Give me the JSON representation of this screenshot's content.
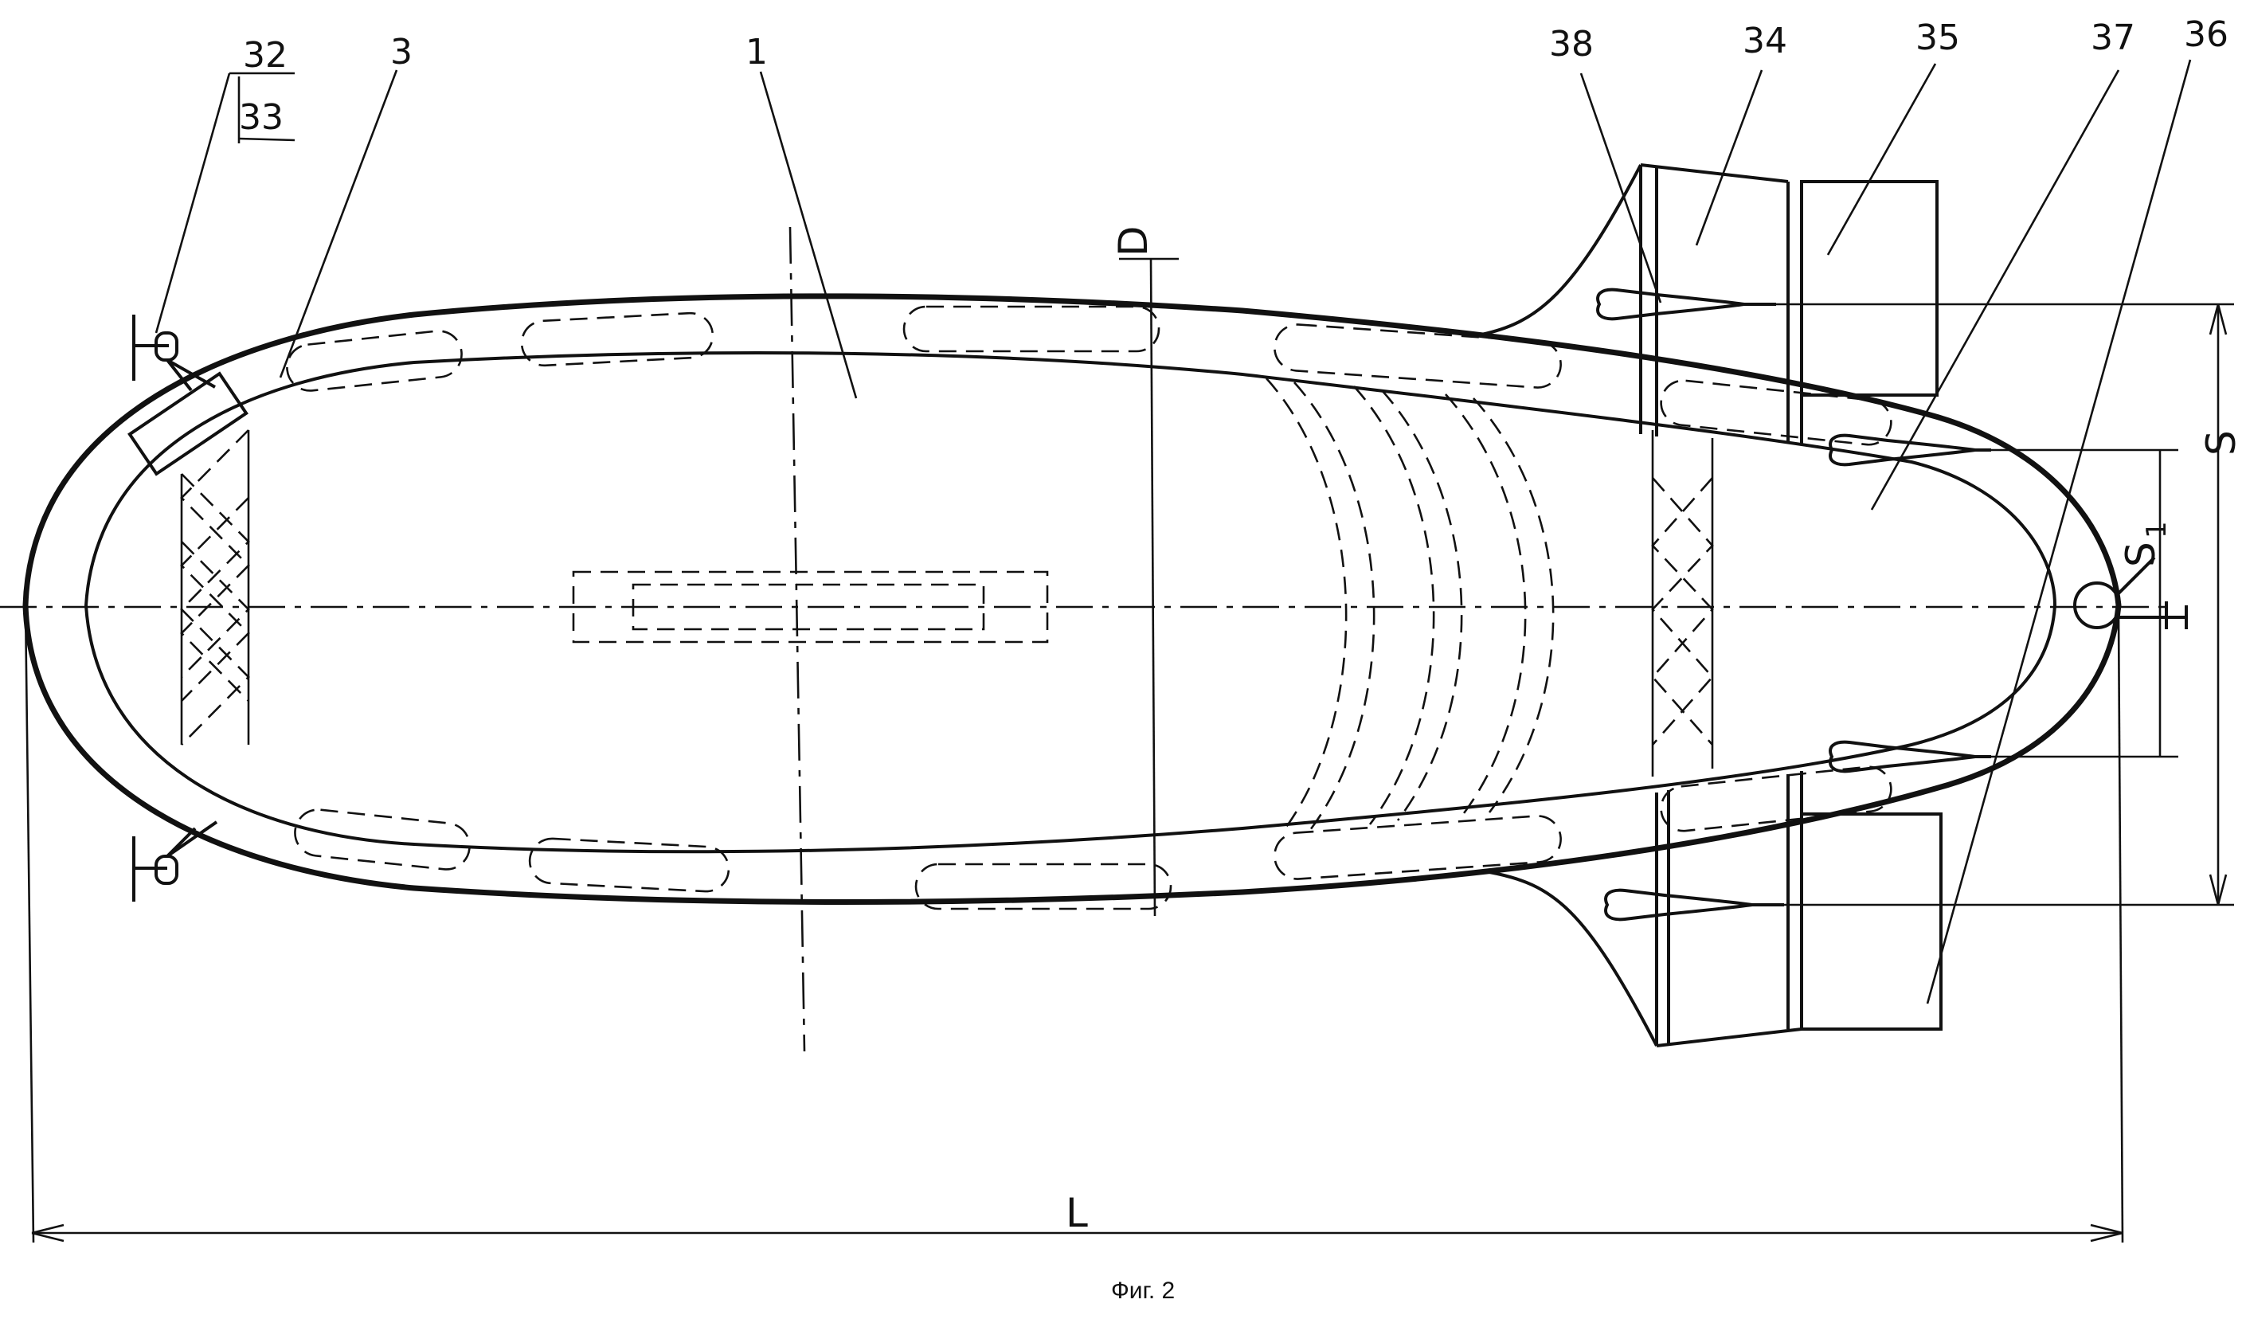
{
  "figure": {
    "caption": "Фиг. 2",
    "ref_labels": {
      "r1": "1",
      "r3": "3",
      "r32": "32",
      "r33": "33",
      "r34": "34",
      "r35": "35",
      "r36": "36",
      "r37": "37",
      "r38": "38"
    },
    "dimension_labels": {
      "length": "L",
      "diameter": "D",
      "span": "S",
      "span_inner": "S",
      "span_inner_sub": "1"
    }
  }
}
